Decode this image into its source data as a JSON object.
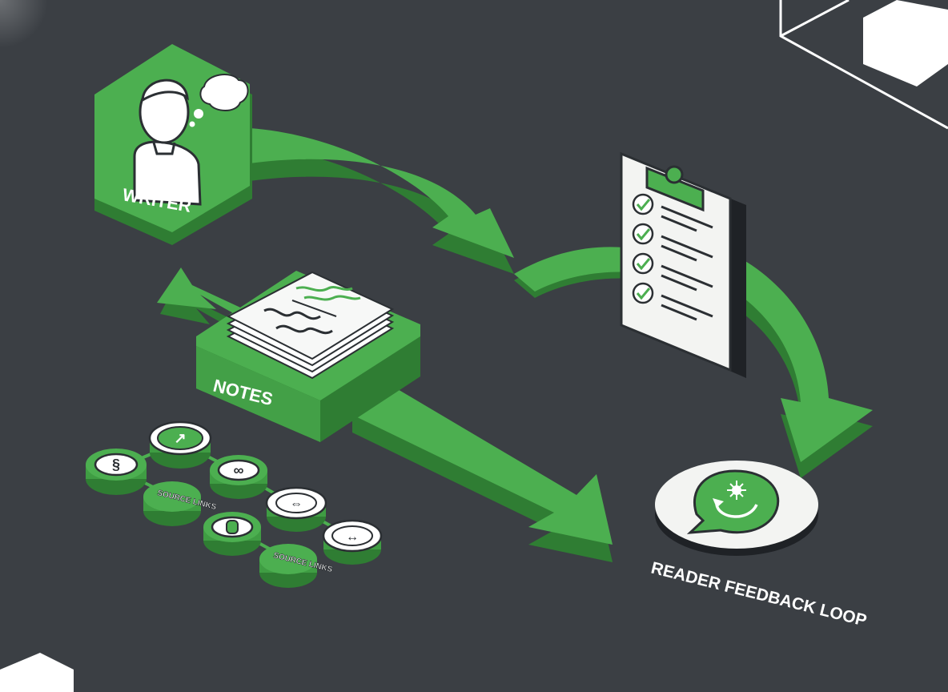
{
  "nodes": {
    "writer": {
      "label": "WRITER",
      "icon": "person-thinking-icon"
    },
    "notes": {
      "label": "NOTES",
      "icon": "stacked-notes-icon"
    },
    "checklist": {
      "icon": "clipboard-checklist-icon"
    },
    "feedback": {
      "label": "READER FEEDBACK LOOP",
      "icon": "chat-refresh-icon"
    }
  },
  "source_links": [
    {
      "label": "SOURCE LINKS"
    },
    {
      "label": "SOURCE LINKS"
    }
  ],
  "link_icons": [
    "paperclip-icon",
    "arrow-up-icon",
    "infinity-link-icon",
    "expand-icon",
    "paperclip-icon",
    "arrows-horizontal-icon"
  ],
  "colors": {
    "background": "#3b3f44",
    "accent": "#4caf50",
    "accent_dark": "#2f7d33",
    "accent_light": "#6cc36f",
    "card": "#f3f4f2"
  }
}
